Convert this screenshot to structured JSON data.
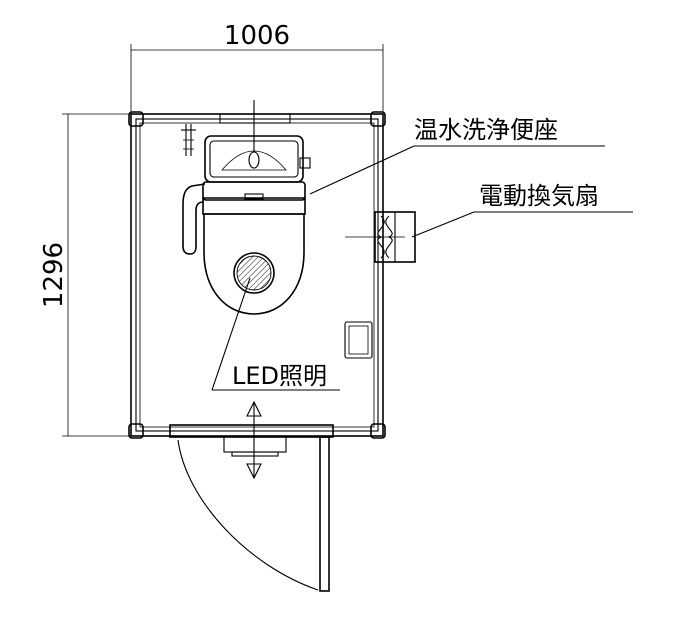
{
  "dimensions": {
    "width": "1006",
    "depth": "1296"
  },
  "callouts": {
    "bidet_seat": "温水洗浄便座",
    "ventilation_fan": "電動換気扇",
    "led_light": "LED照明"
  },
  "colors": {
    "line": "#000000",
    "background": "#ffffff"
  },
  "icons": {
    "door_arrow": "double-arrow-icon",
    "fan": "fan-icon"
  }
}
